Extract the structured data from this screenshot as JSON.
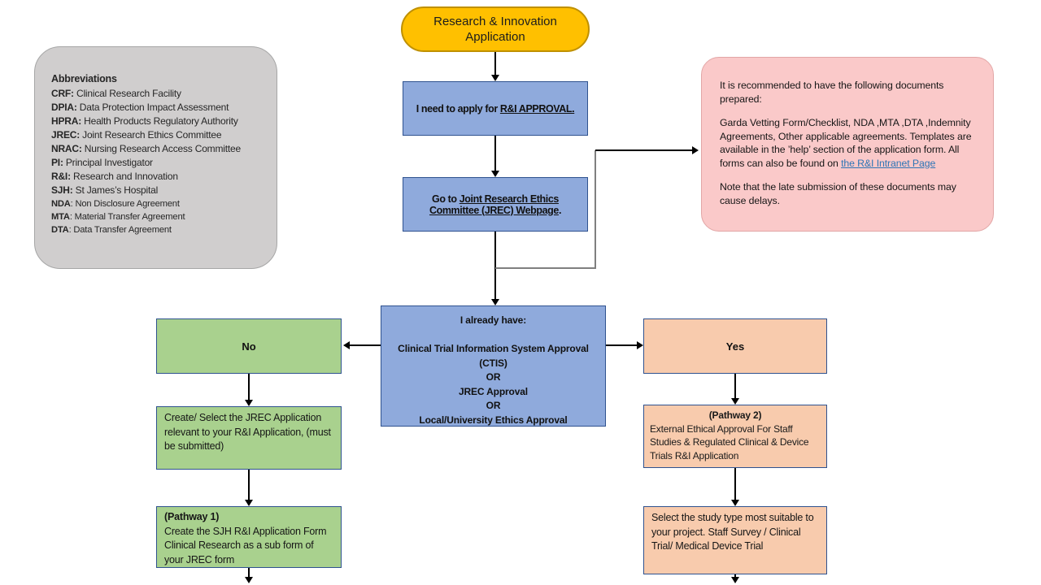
{
  "start": {
    "line1": "Research & Innovation",
    "line2": "Application"
  },
  "abbreviations": {
    "title": "Abbreviations",
    "items": [
      {
        "b": "CRF:",
        "t": " Clinical Research Facility"
      },
      {
        "b": "DPIA:",
        "t": " Data Protection Impact Assessment"
      },
      {
        "b": "HPRA:",
        "t": " Health Products Regulatory Authority"
      },
      {
        "b": "JREC:",
        "t": " Joint Research Ethics Committee"
      },
      {
        "b": "NRAC:",
        "t": " Nursing Research Access Committee"
      },
      {
        "b": "PI:",
        "t": " Principal Investigator"
      },
      {
        "b": "R&I:",
        "t": " Research and Innovation"
      },
      {
        "b": "SJH:",
        "t": " St James’s Hospital"
      },
      {
        "b": "NDA",
        "t": ": Non Disclosure Agreement"
      },
      {
        "b": "MTA",
        "t": ":  Material Transfer Agreement"
      },
      {
        "b": "DTA",
        "t": ": Data Transfer Agreement"
      }
    ]
  },
  "steps": {
    "apply_prefix": "I need to apply for ",
    "apply_link": "R&I APPROVAL.",
    "goto_prefix": "Go to ",
    "goto_link": "Joint Research Ethics Committee (JREC) Webpage",
    "goto_suffix": "."
  },
  "decision": {
    "intro": "I already have:",
    "option1": "Clinical Trial Information System Approval",
    "option1_sub": "(CTIS)",
    "or1": "OR",
    "option2": "JREC Approval",
    "or2": "OR",
    "option3": "Local/University Ethics Approval"
  },
  "no_branch": {
    "label": "No",
    "step": "Create/ Select the JREC Application relevant to your R&I Application, (must be submitted)",
    "pathway_title": "(Pathway 1)",
    "pathway_body": "Create the SJH R&I Application Form Clinical Research as a sub form of your JREC form"
  },
  "yes_branch": {
    "label": "Yes",
    "pathway_title": "(Pathway 2)",
    "pathway_body": "External Ethical Approval For Staff Studies & Regulated Clinical & Device Trials R&I Application",
    "step": "Select the study type most suitable to your project. Staff Survey / Clinical Trial/ Medical Device Trial"
  },
  "note": {
    "para1": "It is recommended to have the following documents prepared:",
    "para2_prefix": "Garda Vetting Form/Checklist,  NDA ,MTA ,DTA ,Indemnity Agreements, Other applicable agreements. Templates are available in the ’help’ section of the application form. All forms can also be found on ",
    "para2_link": "the R&I Intranet Page",
    "para3": " Note that the late submission of these documents may cause delays."
  },
  "colors": {
    "start_fill": "#FFC000",
    "start_border": "#BF9000",
    "step_fill": "#8FAADC",
    "step_border": "#2F528F",
    "no_fill": "#A9D18E",
    "yes_fill": "#F8CBAD",
    "abbrev_fill": "#D0CECE",
    "note_fill": "#FAC9C9",
    "link_color": "#2E75B6"
  }
}
